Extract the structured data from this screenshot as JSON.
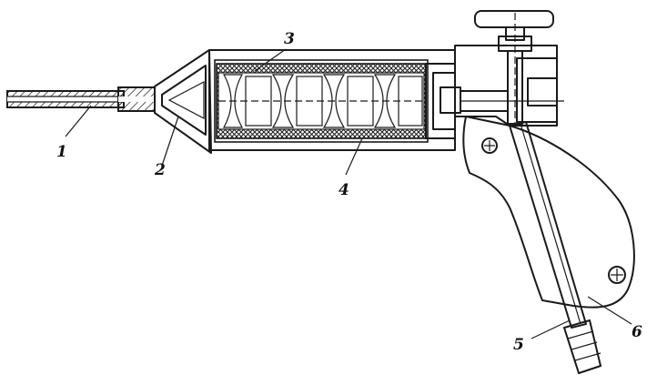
{
  "labels": {
    "l1": "1",
    "l2": "2",
    "l3": "3",
    "l4": "4",
    "l5": "5",
    "l6": "6"
  },
  "colors": {
    "ink": "#1a1a1a",
    "background": "#ffffff"
  }
}
